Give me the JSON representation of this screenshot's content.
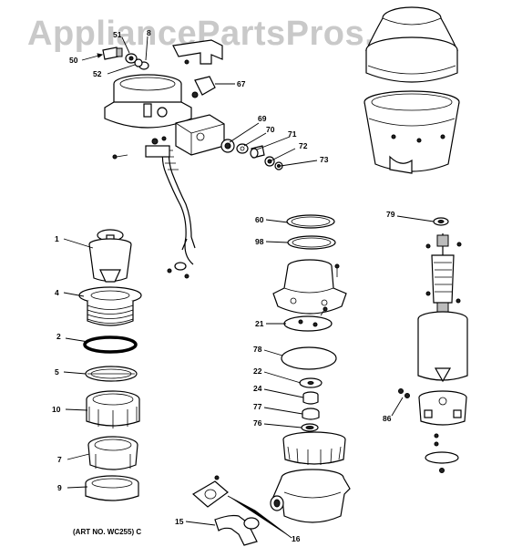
{
  "watermark": "AppliancePartsPros.com",
  "art_number": "(ART NO. WC255) C",
  "callouts": [
    "50",
    "51",
    "8",
    "52",
    "67",
    "69",
    "70",
    "71",
    "72",
    "73",
    "1",
    "4",
    "2",
    "5",
    "10",
    "7",
    "9",
    "60",
    "98",
    "21",
    "78",
    "22",
    "24",
    "77",
    "76",
    "15",
    "16",
    "79",
    "86"
  ]
}
